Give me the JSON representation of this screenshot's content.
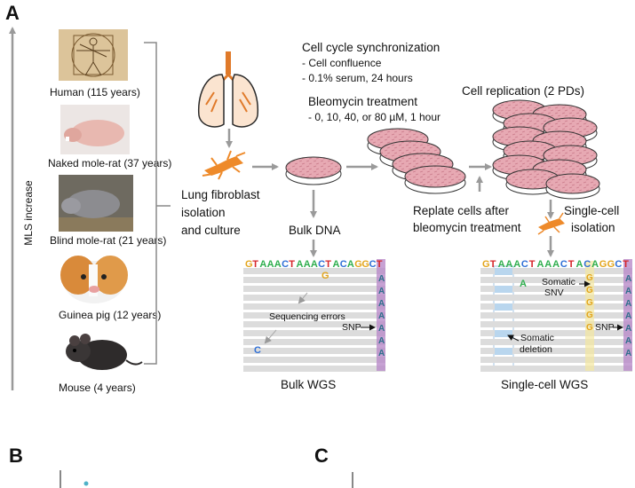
{
  "panels": {
    "a": "A",
    "b": "B",
    "c": "C"
  },
  "axis": {
    "label": "MLS increase"
  },
  "species": [
    {
      "label": "Human (115 years)"
    },
    {
      "label": "Naked mole-rat (37 years)"
    },
    {
      "label": "Blind mole-rat (21 years)"
    },
    {
      "label": "Guinea pig (12 years)"
    },
    {
      "label": "Mouse (4 years)"
    }
  ],
  "isolation": {
    "line1": "Lung fibroblast",
    "line2": "isolation",
    "line3": "and culture"
  },
  "sync": {
    "title": "Cell cycle synchronization",
    "item1": "- Cell confluence",
    "item2": "- 0.1% serum, 24 hours"
  },
  "bleo": {
    "title": "Bleomycin treatment",
    "item1": "- 0, 10, 40, or 80 µM, 1 hour"
  },
  "replication": {
    "title": "Cell replication (2 PDs)"
  },
  "replate": {
    "line1": "Replate cells after",
    "line2": "bleomycin treatment"
  },
  "bulk": {
    "dna": "Bulk DNA",
    "wgs": "Bulk WGS"
  },
  "single": {
    "line1": "Single-cell",
    "line2": "isolation",
    "wgs": "Single-cell WGS"
  },
  "bulk_track": {
    "sequence": [
      "G",
      "T",
      "A",
      "A",
      "A",
      "C",
      "T",
      "A",
      "A",
      "A",
      "C",
      "T",
      "A",
      "C",
      "A",
      "G",
      "G",
      "C",
      "T"
    ],
    "mark_g": "G",
    "mark_c": "C",
    "seq_errors": "Sequencing errors",
    "snp": "SNP",
    "col_letters": [
      "A",
      "A",
      "A",
      "A",
      "A",
      "A",
      "A"
    ]
  },
  "single_track": {
    "sequence": [
      "G",
      "T",
      "A",
      "A",
      "A",
      "C",
      "T",
      "A",
      "A",
      "A",
      "C",
      "T",
      "A",
      "C",
      "A",
      "G",
      "G",
      "C",
      "T"
    ],
    "mark_a": "A",
    "somatic_snv_1": "Somatic",
    "somatic_snv_2": "SNV",
    "snp": "SNP",
    "somatic_del_1": "Somatic",
    "somatic_del_2": "deletion",
    "g_letters": [
      "G",
      "G",
      "G",
      "G",
      "G"
    ],
    "col_letters": [
      "A",
      "A",
      "A",
      "A",
      "A",
      "A",
      "A"
    ]
  },
  "colors": {
    "A": "#2fae4e",
    "T": "#d6262b",
    "G": "#e3a51c",
    "C": "#2f6fd6",
    "dish": "#e2a2ad",
    "fibro": "#ee8a2a",
    "arrow": "#9a9a9a",
    "purple": "#b98bc9",
    "snv_band": "#b9d6ee"
  }
}
